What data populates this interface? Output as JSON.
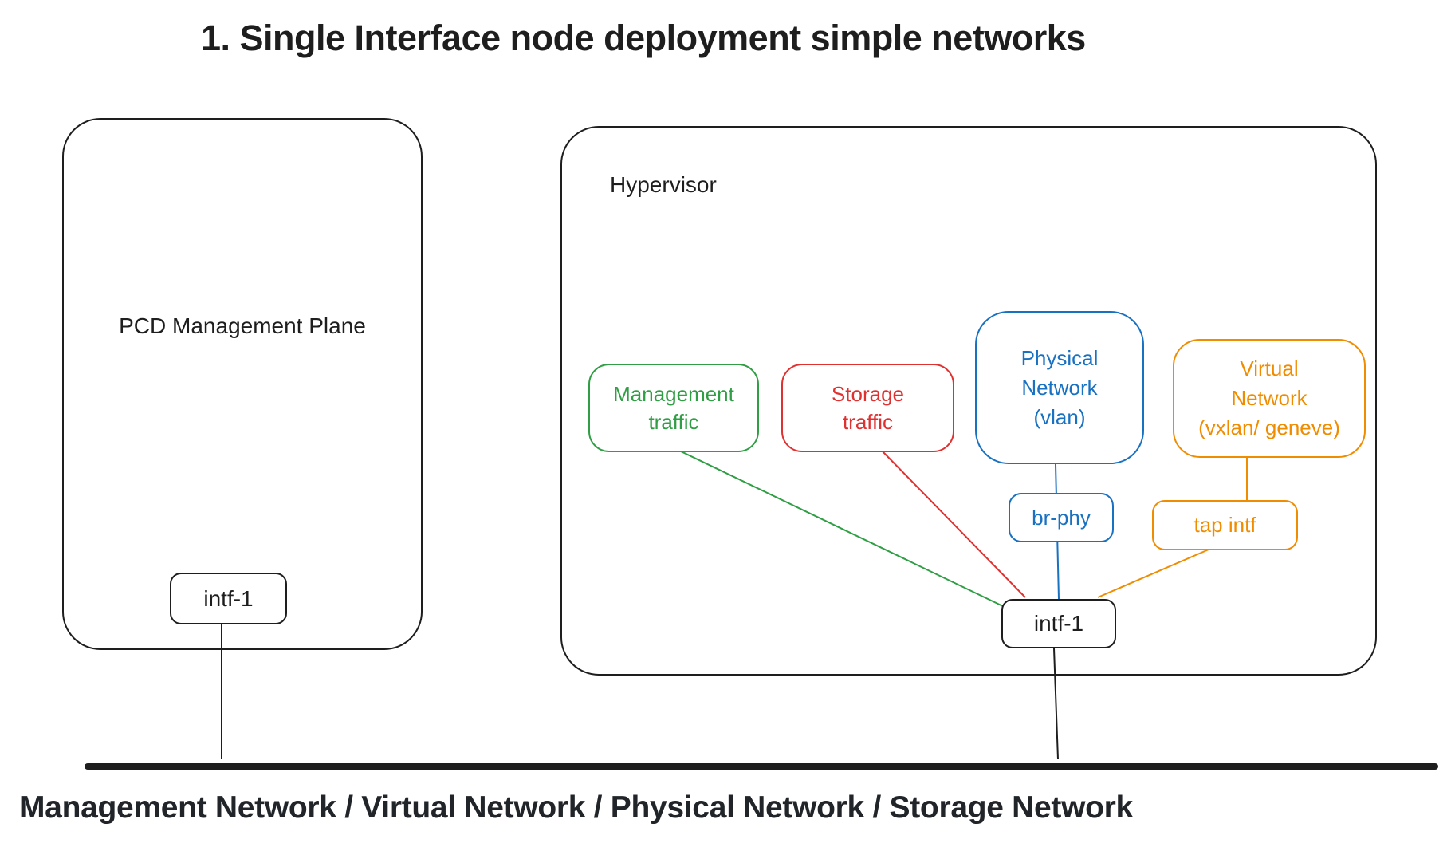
{
  "title": "1. Single Interface node deployment simple networks",
  "pcd": {
    "label_lines": [
      "PCD",
      "Management Plane"
    ],
    "intf_label": "intf-1"
  },
  "hypervisor": {
    "label": "Hypervisor",
    "management_traffic": {
      "lines": [
        "Management",
        "traffic"
      ]
    },
    "storage_traffic": {
      "lines": [
        "Storage",
        "traffic"
      ]
    },
    "physical_network": {
      "lines": [
        "Physical",
        "Network",
        "(vlan)"
      ]
    },
    "virtual_network": {
      "lines": [
        "Virtual",
        "Network",
        "(vxlan/ geneve)"
      ]
    },
    "br_phy_label": "br-phy",
    "tap_intf_label": "tap intf",
    "intf_label": "intf-1"
  },
  "bottom_label": "Management Network / Virtual Network / Physical Network / Storage Network",
  "colors": {
    "green": "#2f9e44",
    "red": "#e03131",
    "blue": "#1971c2",
    "orange": "#f08c00",
    "stroke": "#1e1e1e"
  }
}
